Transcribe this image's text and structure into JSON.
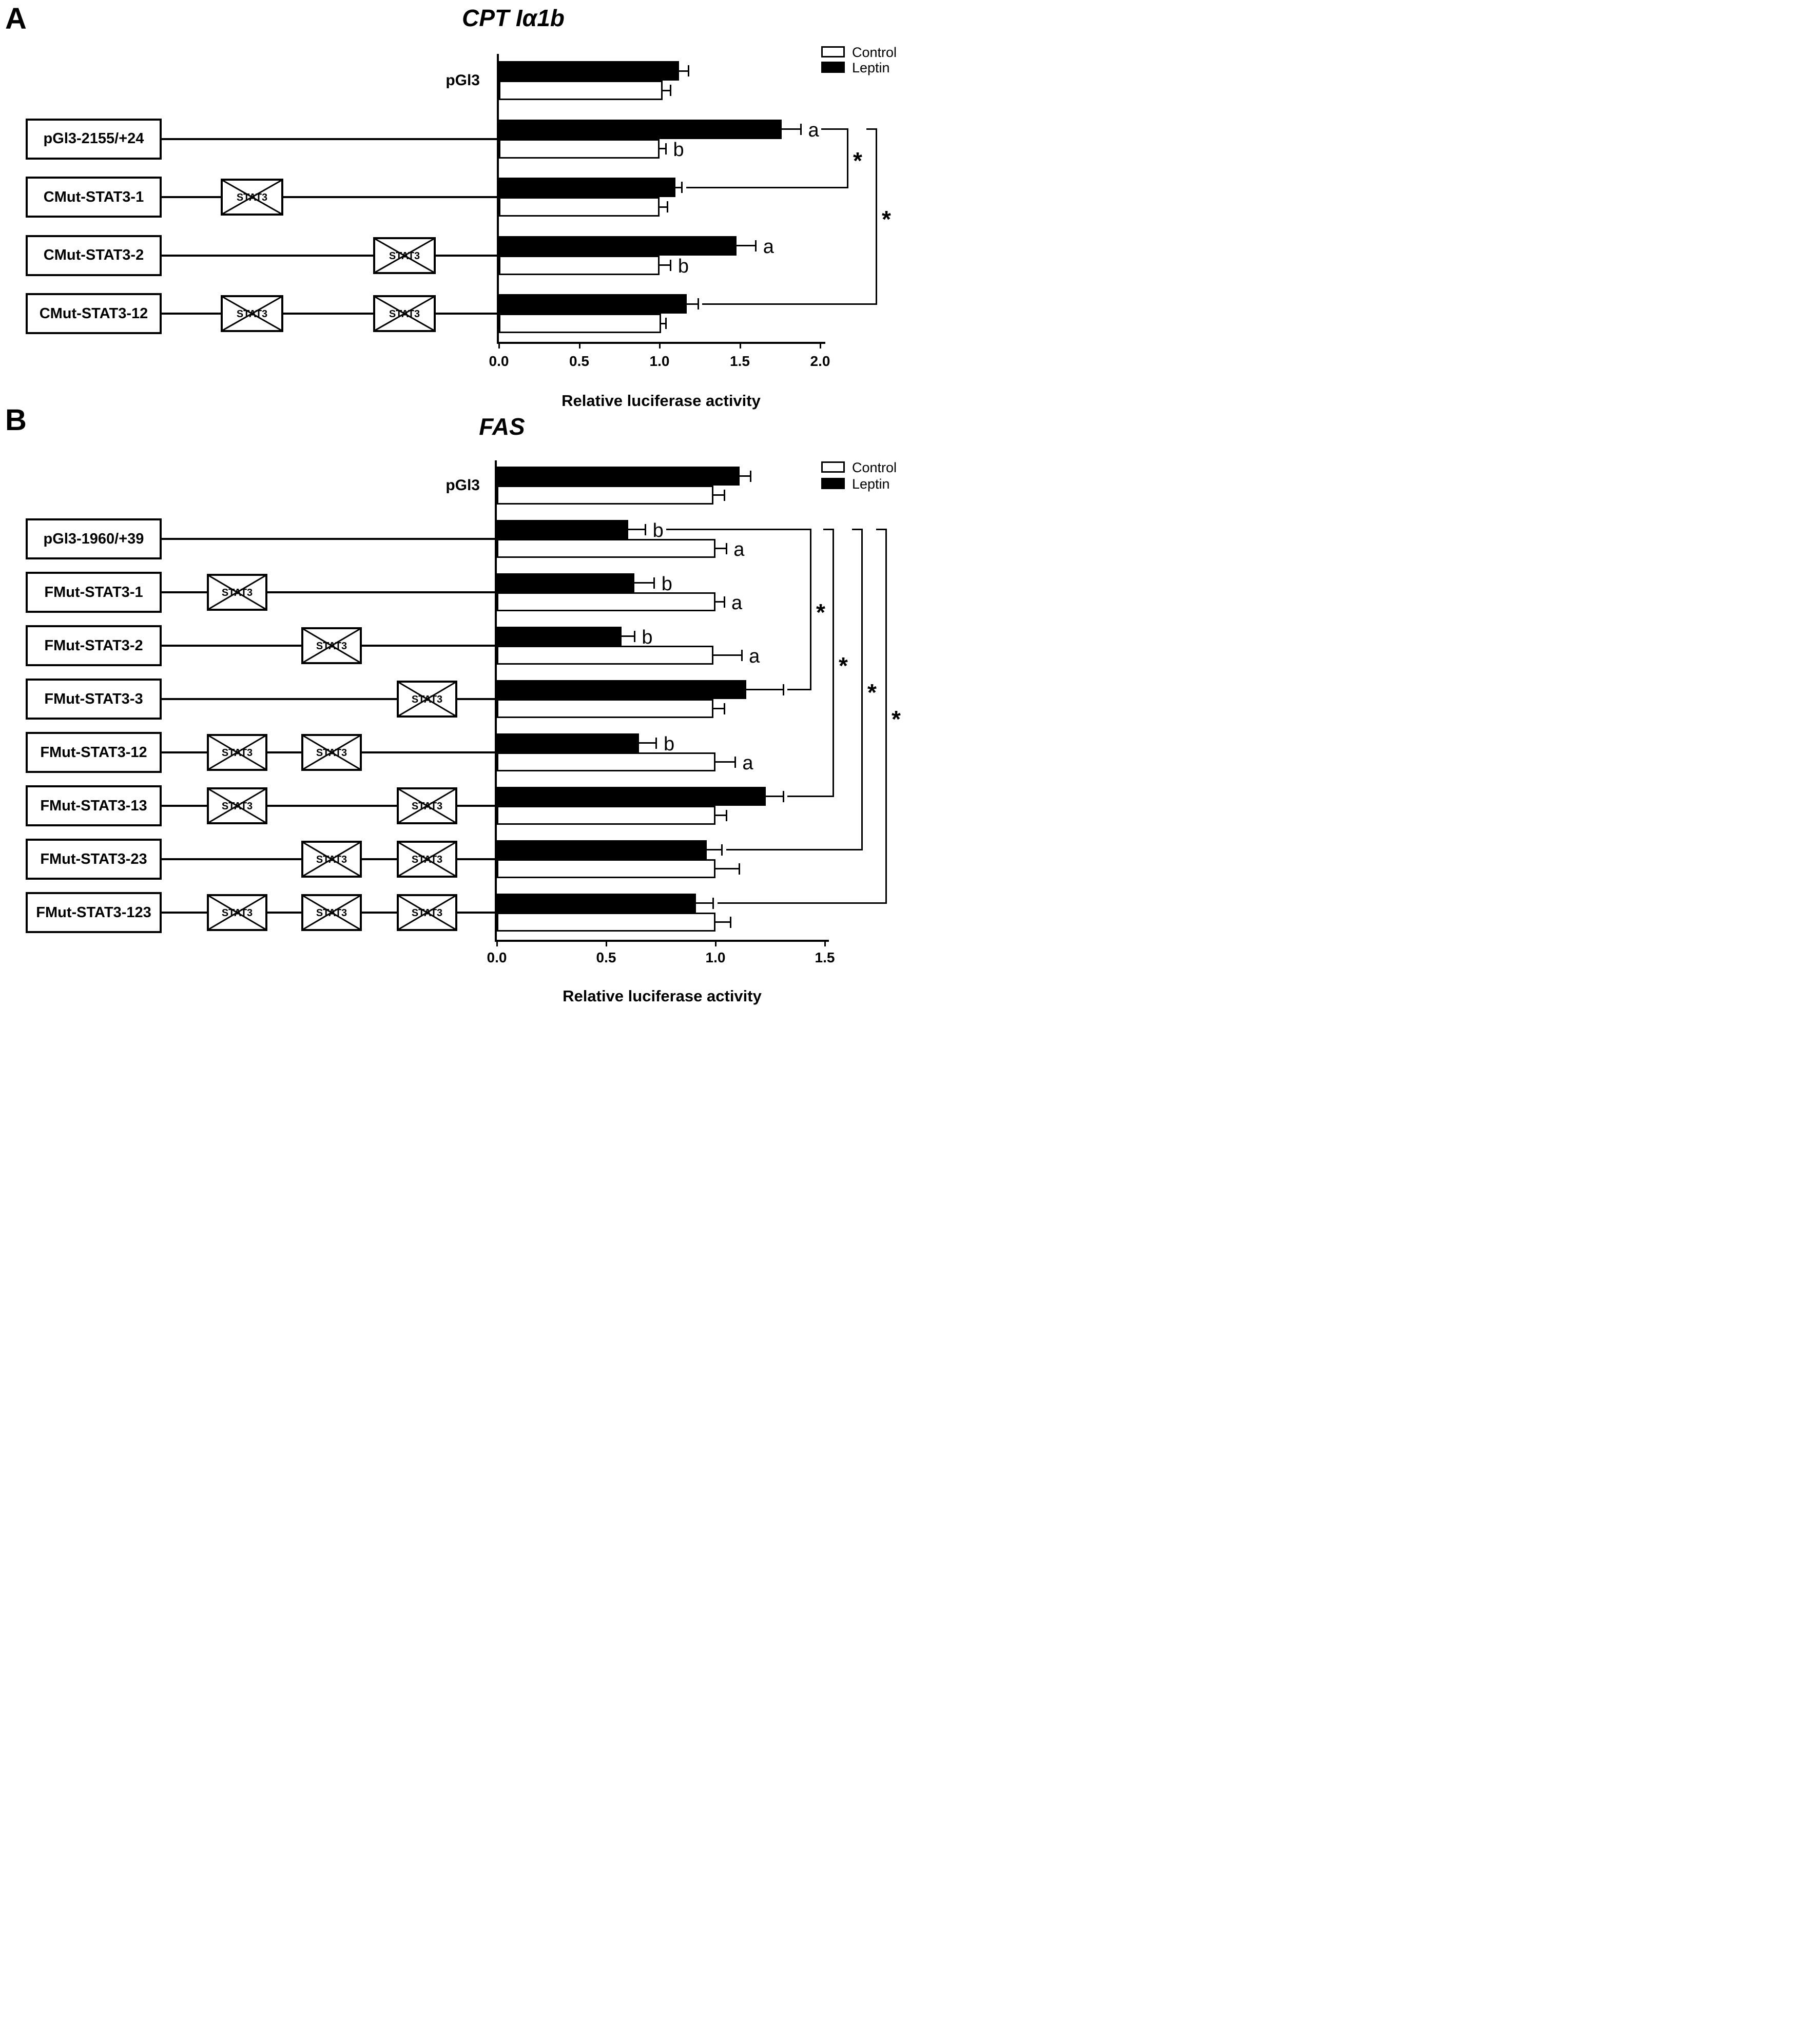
{
  "figure_caption_letters": {
    "panel_a": "A",
    "panel_b": "B"
  },
  "chart_data": [
    {
      "panel": "A",
      "type": "bar",
      "orientation": "horizontal",
      "title": "CPT Iα1b",
      "xlabel": "Relative luciferase activity",
      "xlim": [
        0.0,
        2.0
      ],
      "xticks": [
        "0.0",
        "0.5",
        "1.0",
        "1.5",
        "2.0"
      ],
      "grid": false,
      "legend_position": "top-right",
      "legend": [
        {
          "label": "Control",
          "fill": "#ffffff"
        },
        {
          "label": "Leptin",
          "fill": "#000000"
        }
      ],
      "site_label": "STAT3",
      "categories": [
        "pGl3",
        "pGl3-2155/+24",
        "CMut-STAT3-1",
        "CMut-STAT3-2",
        "CMut-STAT3-12"
      ],
      "constructs": [
        {
          "label": "pGl3",
          "boxed": false,
          "mutated_sites": []
        },
        {
          "label": "pGl3-2155/+24",
          "boxed": true,
          "mutated_sites": []
        },
        {
          "label": "CMut-STAT3-1",
          "boxed": true,
          "mutated_sites": [
            1
          ]
        },
        {
          "label": "CMut-STAT3-2",
          "boxed": true,
          "mutated_sites": [
            2
          ]
        },
        {
          "label": "CMut-STAT3-12",
          "boxed": true,
          "mutated_sites": [
            1,
            2
          ]
        }
      ],
      "series": [
        {
          "name": "Leptin",
          "fill": "#000000",
          "values": [
            1.12,
            1.76,
            1.1,
            1.48,
            1.17
          ],
          "errors": [
            0.06,
            0.12,
            0.04,
            0.12,
            0.07
          ],
          "letters": [
            "",
            "a",
            "",
            "a",
            ""
          ]
        },
        {
          "name": "Control",
          "fill": "#ffffff",
          "values": [
            1.02,
            1.0,
            1.0,
            1.0,
            1.01
          ],
          "errors": [
            0.05,
            0.04,
            0.05,
            0.07,
            0.03
          ],
          "letters": [
            "",
            "b",
            "",
            "b",
            ""
          ]
        }
      ],
      "significance": [
        {
          "from": "pGl3-2155/+24",
          "to": "CMut-STAT3-1",
          "series": "Leptin",
          "symbol": "*"
        },
        {
          "from": "pGl3-2155/+24",
          "to": "CMut-STAT3-12",
          "series": "Leptin",
          "symbol": "*"
        }
      ]
    },
    {
      "panel": "B",
      "type": "bar",
      "orientation": "horizontal",
      "title": "FAS",
      "xlabel": "Relative luciferase activity",
      "xlim": [
        0.0,
        1.5
      ],
      "xticks": [
        "0.0",
        "0.5",
        "1.0",
        "1.5"
      ],
      "grid": false,
      "legend_position": "top-right",
      "legend": [
        {
          "label": "Control",
          "fill": "#ffffff"
        },
        {
          "label": "Leptin",
          "fill": "#000000"
        }
      ],
      "site_label": "STAT3",
      "categories": [
        "pGl3",
        "pGl3-1960/+39",
        "FMut-STAT3-1",
        "FMut-STAT3-2",
        "FMut-STAT3-3",
        "FMut-STAT3-12",
        "FMut-STAT3-13",
        "FMut-STAT3-23",
        "FMut-STAT3-123"
      ],
      "constructs": [
        {
          "label": "pGl3",
          "boxed": false,
          "mutated_sites": []
        },
        {
          "label": "pGl3-1960/+39",
          "boxed": true,
          "mutated_sites": []
        },
        {
          "label": "FMut-STAT3-1",
          "boxed": true,
          "mutated_sites": [
            1
          ]
        },
        {
          "label": "FMut-STAT3-2",
          "boxed": true,
          "mutated_sites": [
            2
          ]
        },
        {
          "label": "FMut-STAT3-3",
          "boxed": true,
          "mutated_sites": [
            3
          ]
        },
        {
          "label": "FMut-STAT3-12",
          "boxed": true,
          "mutated_sites": [
            1,
            2
          ]
        },
        {
          "label": "FMut-STAT3-13",
          "boxed": true,
          "mutated_sites": [
            1,
            3
          ]
        },
        {
          "label": "FMut-STAT3-23",
          "boxed": true,
          "mutated_sites": [
            2,
            3
          ]
        },
        {
          "label": "FMut-STAT3-123",
          "boxed": true,
          "mutated_sites": [
            1,
            2,
            3
          ]
        }
      ],
      "series": [
        {
          "name": "Leptin",
          "fill": "#000000",
          "values": [
            1.11,
            0.6,
            0.63,
            0.57,
            1.14,
            0.65,
            1.23,
            0.96,
            0.91
          ],
          "errors": [
            0.05,
            0.08,
            0.09,
            0.06,
            0.17,
            0.08,
            0.08,
            0.07,
            0.08
          ],
          "letters": [
            "",
            "b",
            "b",
            "b",
            "",
            "b",
            "",
            "",
            ""
          ]
        },
        {
          "name": "Control",
          "fill": "#ffffff",
          "values": [
            0.99,
            1.0,
            1.0,
            0.99,
            0.99,
            1.0,
            1.0,
            1.0,
            1.0
          ],
          "errors": [
            0.05,
            0.05,
            0.04,
            0.13,
            0.05,
            0.09,
            0.05,
            0.11,
            0.07
          ],
          "letters": [
            "",
            "a",
            "a",
            "a",
            "",
            "a",
            "",
            "",
            ""
          ]
        }
      ],
      "significance": [
        {
          "from": "pGl3-1960/+39",
          "to": "FMut-STAT3-3",
          "series": "Leptin",
          "symbol": "*"
        },
        {
          "from": "pGl3-1960/+39",
          "to": "FMut-STAT3-13",
          "series": "Leptin",
          "symbol": "*"
        },
        {
          "from": "pGl3-1960/+39",
          "to": "FMut-STAT3-23",
          "series": "Leptin",
          "symbol": "*"
        },
        {
          "from": "pGl3-1960/+39",
          "to": "FMut-STAT3-123",
          "series": "Leptin",
          "symbol": "*"
        }
      ]
    }
  ]
}
